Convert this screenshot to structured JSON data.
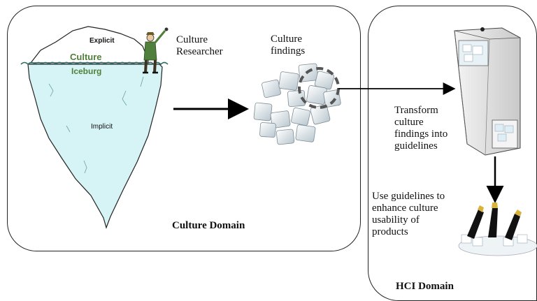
{
  "iceberg": {
    "explicit_label": "Explicit",
    "culture_label": "Culture",
    "iceburg_label": "Iceburg",
    "implicit_label": "Implicit"
  },
  "researcher_label": "Culture\nResearcher",
  "findings_label": "Culture\nfindings",
  "culture_domain_label": "Culture Domain",
  "transform_label": "Transform\nculture\nfindings into\nguidelines",
  "guidelines_label": "Use guidelines to\nenhance culture\nusability of\nproducts",
  "hci_domain_label": "HCI Domain",
  "colors": {
    "water": "#d6f4f5",
    "water_line": "#2f6f6a",
    "text_green": "#4f7f3a",
    "outline": "#222222"
  }
}
